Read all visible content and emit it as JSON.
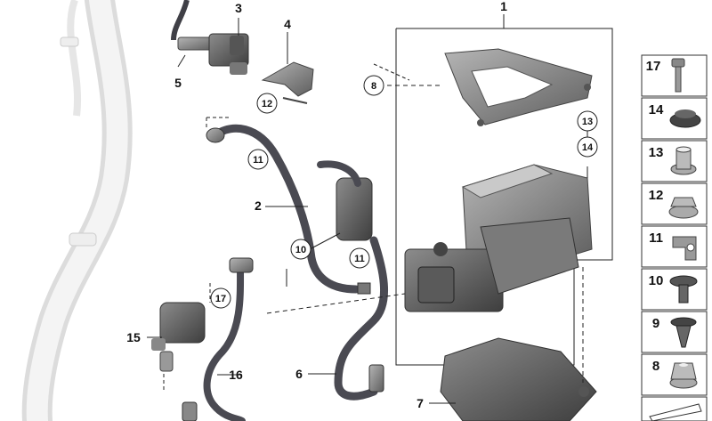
{
  "callouts": {
    "c1": "1",
    "c2": "2",
    "c3": "3",
    "c4": "4",
    "c5": "5",
    "c6": "6",
    "c7": "7",
    "c8": "8",
    "c10": "10",
    "c11a": "11",
    "c11b": "11",
    "c12": "12",
    "c13": "13",
    "c14": "14",
    "c15": "15",
    "c16": "16",
    "c17": "17"
  },
  "sidebar": {
    "items": [
      "17",
      "14",
      "13",
      "12",
      "11",
      "10",
      "9",
      "8"
    ]
  },
  "colors": {
    "line": "#222222",
    "hose": "#4a4a52",
    "part": "#8a8a8a",
    "ghost_pipe": "#e4e4e4"
  }
}
